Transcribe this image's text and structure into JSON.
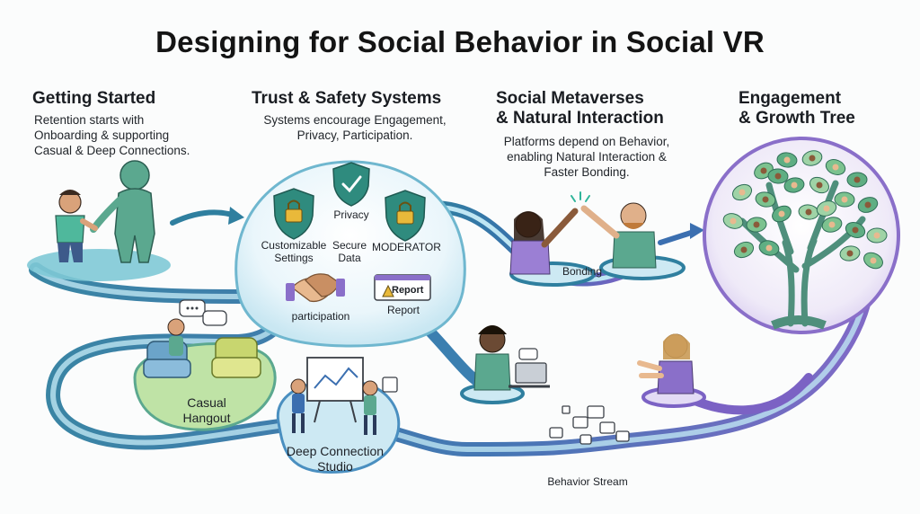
{
  "title": "Designing for Social Behavior in Social VR",
  "sections": {
    "getting_started": {
      "heading": "Getting Started",
      "desc_lines": [
        "Retention starts with",
        "Onboarding & supporting",
        "Casual & Deep Connections."
      ]
    },
    "trust_safety": {
      "heading": "Trust & Safety Systems",
      "desc_lines": [
        "Systems encourage Engagement,",
        "Privacy, Participation."
      ]
    },
    "social_metaverses": {
      "heading_lines": [
        "Social Metaverses",
        "& Natural Interaction"
      ],
      "desc_lines": [
        "Platforms depend on Behavior,",
        "enabling Natural Interaction &",
        "Faster Bonding."
      ]
    },
    "engagement": {
      "heading_lines": [
        "Engagement",
        "& Growth Tree"
      ]
    }
  },
  "bubble_labels": {
    "privacy": "Privacy",
    "custom_lines": [
      "Customizable",
      "Settings"
    ],
    "secure_lines": [
      "Secure",
      "Data"
    ],
    "moderator": "MODERATOR",
    "report_icon_text": "Report",
    "report": "Report",
    "participation": "participation"
  },
  "scene_labels": {
    "bonding": "Bonding",
    "casual_lines": [
      "Casual",
      "Hangout"
    ],
    "studio_lines": [
      "Deep Connection",
      "Studio"
    ],
    "behavior_stream": "Behavior Stream"
  },
  "colors": {
    "stream_dark": "#2f7f9f",
    "stream_light": "#a9dcef",
    "purple": "#8a6fc9",
    "green_figure": "#5ba88f",
    "tree_trunk": "#4f8f7c",
    "shield": "#2f8b7e",
    "lock": "#e9b93a"
  }
}
